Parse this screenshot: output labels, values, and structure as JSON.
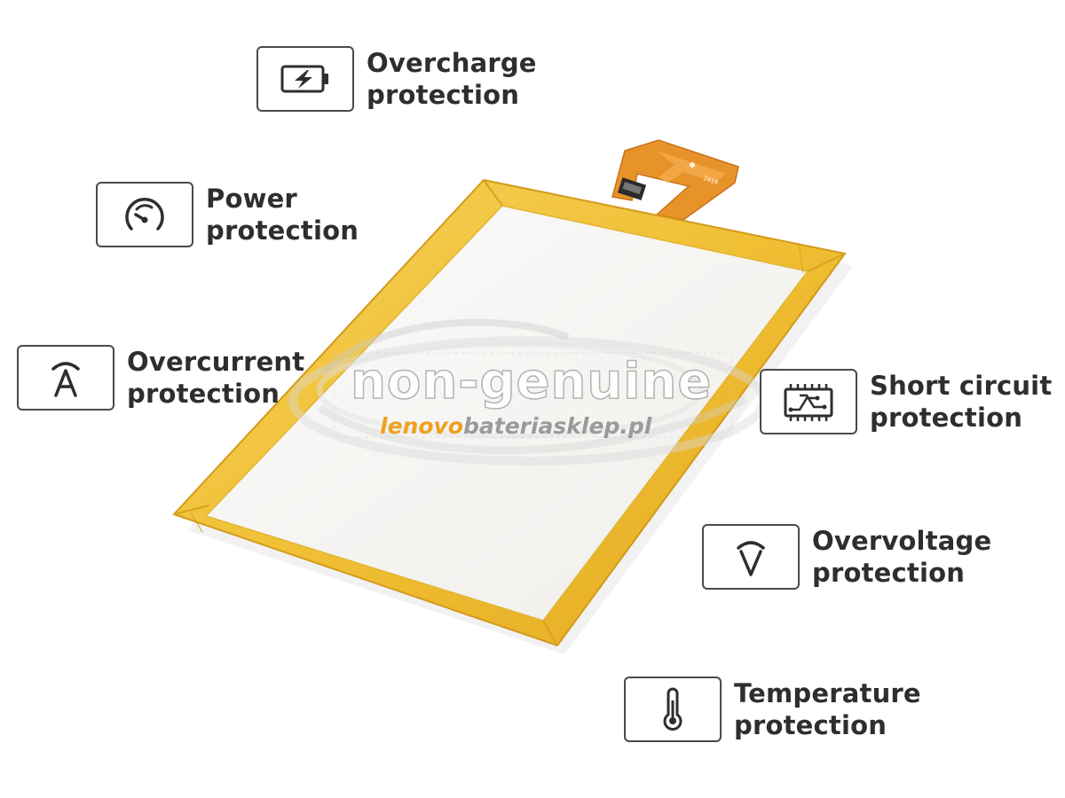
{
  "features": [
    {
      "id": "overcharge",
      "icon": "battery-charging-icon",
      "line1": "Overcharge",
      "line2": "protection"
    },
    {
      "id": "power",
      "icon": "gauge-icon",
      "line1": "Power",
      "line2": "protection"
    },
    {
      "id": "overcurrent",
      "icon": "ampere-icon",
      "line1": "Overcurrent",
      "line2": "protection"
    },
    {
      "id": "short",
      "icon": "circuit-board-icon",
      "line1": "Short circuit",
      "line2": "protection"
    },
    {
      "id": "overvoltage",
      "icon": "voltage-icon",
      "line1": "Overvoltage",
      "line2": "protection"
    },
    {
      "id": "temperature",
      "icon": "thermometer-icon",
      "line1": "Temperature",
      "line2": "protection"
    }
  ],
  "watermark": {
    "text": "non-genuine",
    "site_brand": "lenovo",
    "site_rest": "bateriasklep.pl"
  },
  "battery": {
    "flex_label": "2419"
  },
  "colors": {
    "tape": "#f2c23a",
    "tape_edge": "#d9a21c",
    "flex": "#e8922a",
    "panel": "#f6f5f2",
    "icon_stroke": "#2e2e2e"
  }
}
